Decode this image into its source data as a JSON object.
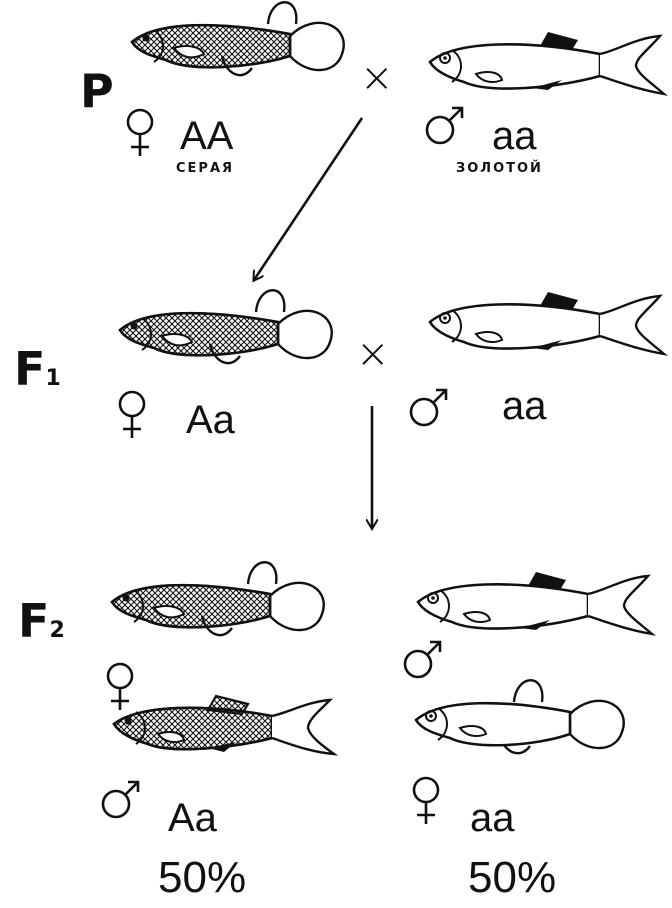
{
  "generations": {
    "p": "P",
    "f1": "F",
    "f1_sub": "1",
    "f2": "F",
    "f2_sub": "2"
  },
  "cross_symbol": "×",
  "symbols": {
    "female": "♀",
    "male": "♂"
  },
  "parents": {
    "female": {
      "genotype": "AA",
      "phenotype": "СЕРАЯ"
    },
    "male": {
      "genotype": "aa",
      "phenotype": "ЗОЛОТОЙ"
    }
  },
  "f1_cross": {
    "female_genotype": "Aa",
    "male_genotype": "aa"
  },
  "f2": {
    "left": {
      "genotype": "Aa",
      "percent": "50%"
    },
    "right": {
      "genotype": "aa",
      "percent": "50%"
    }
  },
  "colors": {
    "ink": "#111111",
    "background": "#ffffff"
  },
  "fish_icons": {
    "gray": "gray-fish-icon",
    "gold": "golden-fish-icon"
  }
}
